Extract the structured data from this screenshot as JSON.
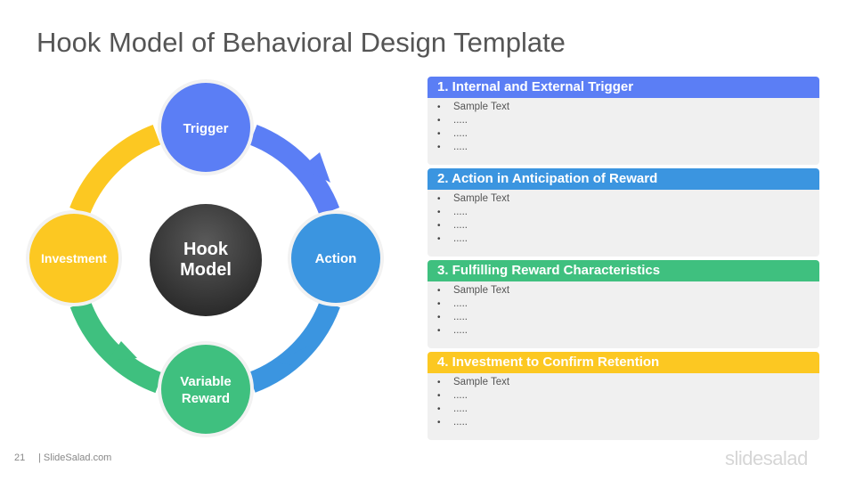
{
  "title": "Hook Model of Behavioral Design Template",
  "diagram": {
    "center": {
      "line1": "Hook",
      "line2": "Model"
    },
    "nodes": [
      {
        "label": "Trigger",
        "color": "#5b7ef5"
      },
      {
        "label": "Action",
        "color": "#3b95e0"
      },
      {
        "label_line1": "Variable",
        "label_line2": "Reward",
        "color": "#3fc07f"
      },
      {
        "label": "Investment",
        "color": "#fcc822"
      }
    ]
  },
  "panels": [
    {
      "heading": "1. Internal and External Trigger",
      "color": "#5b7ef5",
      "items": [
        "Sample Text",
        ".....",
        ".....",
        "....."
      ]
    },
    {
      "heading": "2. Action in Anticipation of Reward",
      "color": "#3b95e0",
      "items": [
        "Sample Text",
        ".....",
        ".....",
        "....."
      ]
    },
    {
      "heading": "3. Fulfilling Reward Characteristics",
      "color": "#3fc07f",
      "items": [
        "Sample Text",
        ".....",
        ".....",
        "....."
      ]
    },
    {
      "heading": "4. Investment to Confirm Retention",
      "color": "#fcc822",
      "items": [
        "Sample Text",
        ".....",
        ".....",
        "....."
      ]
    }
  ],
  "footer": {
    "page_number": "21",
    "site": "| SlideSalad.com",
    "logo": "slidesalad"
  }
}
